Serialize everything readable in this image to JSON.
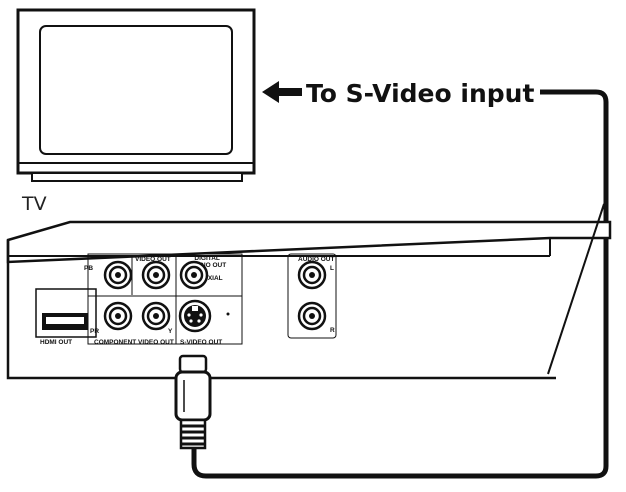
{
  "callout": {
    "text": "To S-Video input"
  },
  "tv": {
    "label": "TV"
  },
  "player": {
    "hdmi_out": "HDMI OUT",
    "video_out": "VIDEO OUT",
    "digital_audio_out": "DIGITAL\nAUDIO OUT",
    "coaxial": "COAXIAL",
    "component_video_out": "COMPONENT VIDEO OUT",
    "s_video_out": "S-VIDEO OUT",
    "audio_out": "AUDIO OUT",
    "pb": "PB",
    "pr": "PR",
    "y": "Y",
    "l": "L",
    "r": "R"
  }
}
